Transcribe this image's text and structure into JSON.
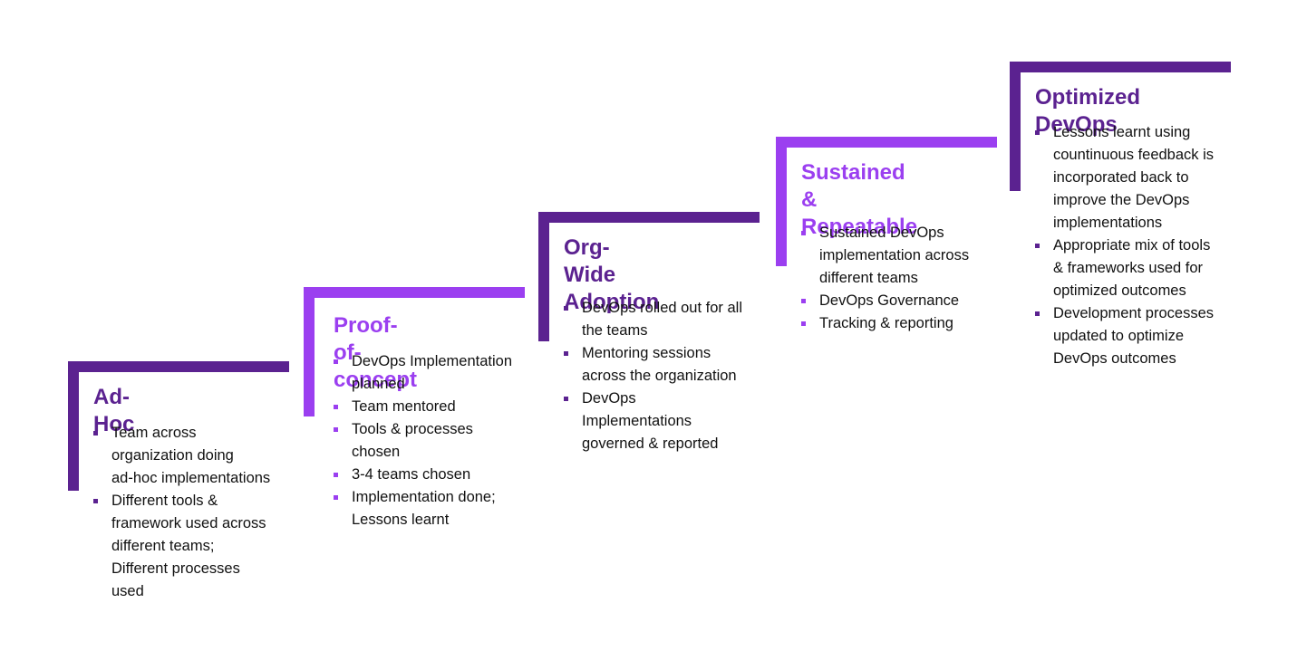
{
  "stages": [
    {
      "title": "Ad-Hoc",
      "color": "#5b2290",
      "items": [
        [
          "Team across",
          "organization doing",
          "ad-hoc implementations"
        ],
        [
          "Different tools &",
          "framework used across",
          "different teams;",
          "Different processes",
          "used"
        ]
      ]
    },
    {
      "title": "Proof-of-concept",
      "color": "#9b3ff0",
      "items": [
        [
          "DevOps Implementation",
          "planned"
        ],
        [
          "Team mentored"
        ],
        [
          "Tools & processes",
          "chosen"
        ],
        [
          "3-4 teams chosen"
        ],
        [
          "Implementation done;",
          "Lessons learnt"
        ]
      ]
    },
    {
      "title_lines": [
        "Org-Wide",
        "Adoption"
      ],
      "color": "#5b2290",
      "items": [
        [
          "DevOps rolled out for all",
          "the teams"
        ],
        [
          "Mentoring sessions",
          "across the organization"
        ],
        [
          "DevOps",
          "Implementations",
          "governed & reported"
        ]
      ]
    },
    {
      "title_lines": [
        "Sustained &",
        "Repeatable"
      ],
      "color": "#9b3ff0",
      "items": [
        [
          "Sustained DevOps",
          "implementation across",
          "different teams"
        ],
        [
          "DevOps Governance"
        ],
        [
          "Tracking & reporting"
        ]
      ]
    },
    {
      "title": "Optimized DevOps",
      "color": "#5b2290",
      "items": [
        [
          "Lessons learnt using",
          "countinuous feedback is",
          "incorporated back to",
          "improve the DevOps",
          "implementations"
        ],
        [
          "Appropriate mix of tools",
          "& frameworks used for",
          "optimized outcomes"
        ],
        [
          "Development processes",
          "updated to optimize",
          "DevOps outcomes"
        ]
      ]
    }
  ]
}
